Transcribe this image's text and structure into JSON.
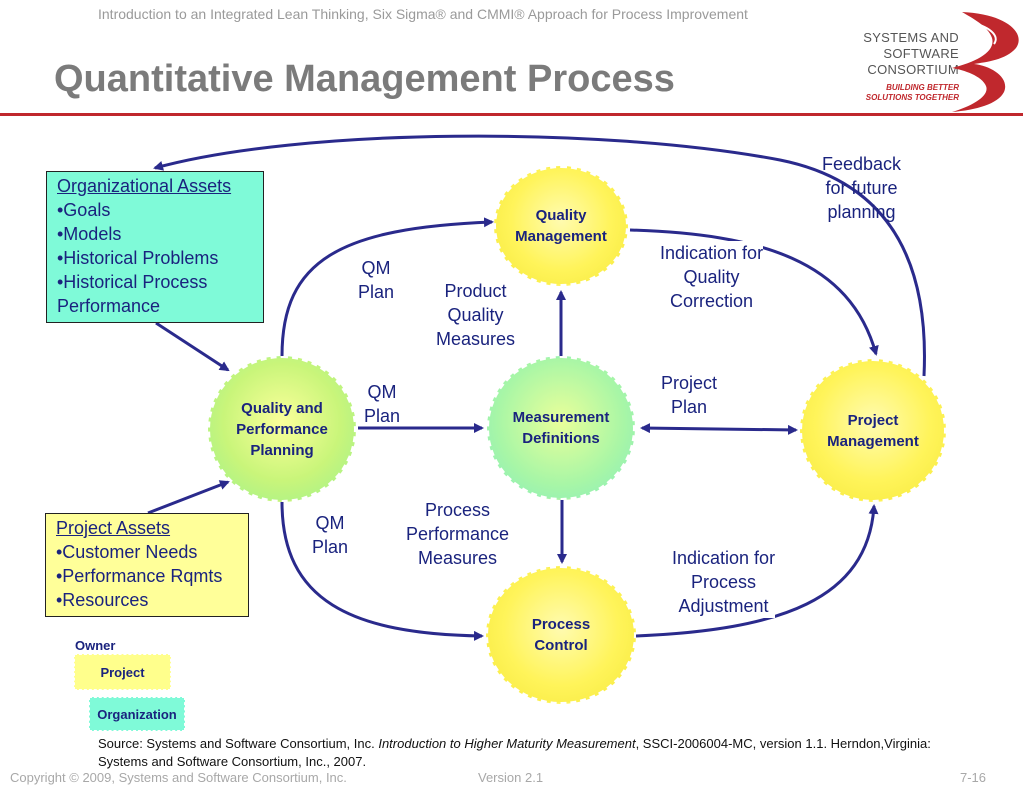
{
  "header": {
    "subtitle": "Introduction to an Integrated Lean Thinking, Six Sigma® and CMMI® Approach for Process Improvement",
    "title": "Quantitative Management Process"
  },
  "logo": {
    "line1": "SYSTEMS AND",
    "line2": "SOFTWARE",
    "line3": "CONSORTIUM",
    "tag1": "BUILDING BETTER",
    "tag2": "SOLUTIONS TOGETHER",
    "brand_color": "#c0282d"
  },
  "org_assets": {
    "heading": "Organizational Assets",
    "items": [
      "•Goals",
      "•Models",
      "•Historical Problems",
      "•Historical Process",
      "Performance"
    ]
  },
  "project_assets": {
    "heading": "Project Assets",
    "items": [
      "•Customer Needs",
      "•Performance Rqmts",
      "•Resources"
    ]
  },
  "nodes": {
    "quality_management": [
      "Quality",
      "Management"
    ],
    "quality_performance_planning": [
      "Quality and",
      "Performance",
      "Planning"
    ],
    "measurement_definitions": [
      "Measurement",
      "Definitions"
    ],
    "project_management": [
      "Project",
      "Management"
    ],
    "process_control": [
      "Process",
      "Control"
    ]
  },
  "edge_labels": {
    "feedback": [
      "Feedback",
      "for future",
      "planning"
    ],
    "qm_plan_top": [
      "QM",
      "Plan"
    ],
    "product_quality": [
      "Product",
      "Quality",
      "Measures"
    ],
    "indication_quality": [
      "Indication for",
      "Quality",
      "Correction"
    ],
    "qm_plan_mid": [
      "QM",
      "Plan"
    ],
    "project_plan": [
      "Project",
      "Plan"
    ],
    "qm_plan_bottom": [
      "QM",
      "Plan"
    ],
    "process_performance": [
      "Process",
      "Performance",
      "Measures"
    ],
    "indication_process": [
      "Indication for",
      "Process",
      "Adjustment"
    ]
  },
  "legend": {
    "owner_label": "Owner",
    "project": "Project",
    "organization": "Organization"
  },
  "source": {
    "prefix": "Source: Systems and Software Consortium, Inc.  ",
    "book_title": "Introduction to Higher Maturity Measurement",
    "suffix": ", SSCI-2006004-MC, version 1.1. Herndon,Virginia: Systems and Software Consortium, Inc.,  2007."
  },
  "footer": {
    "copyright": "Copyright © 2009, Systems and Software Consortium, Inc.",
    "version": "Version 2.1",
    "page": "7-16"
  },
  "colors": {
    "accent": "#c0282d",
    "arrow": "#2a2a8c",
    "text": "#1a237e",
    "yellow": "#fff45a",
    "green": "#7ffad8"
  }
}
